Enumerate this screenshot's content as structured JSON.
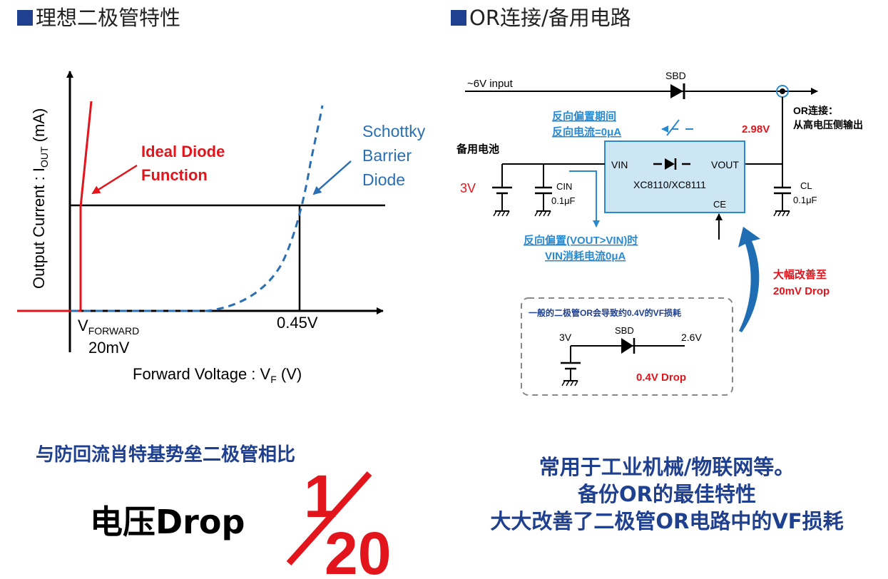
{
  "left_section": {
    "title": "理想二极管特性",
    "graph": {
      "y_axis_label_main": "Output Current : I",
      "y_axis_label_sub": "OUT",
      "y_axis_label_unit": " (mA)",
      "x_axis_label_main": "Forward Voltage : V",
      "x_axis_label_sub": "F",
      "x_axis_label_unit": " (V)",
      "ideal_label_line1": "Ideal Diode",
      "ideal_label_line2": "Function",
      "schottky_label_line1": "Schottky",
      "schottky_label_line2": "Barrier",
      "schottky_label_line3": "Diode",
      "vforward_main": "V",
      "vforward_sub": "FORWARD",
      "vforward_value": "20mV",
      "tick_045": "0.45V"
    },
    "comparison_caption": "与防回流肖特基势垒二极管相比",
    "voltage_drop_label": "电压Drop",
    "ratio_numerator": "1",
    "ratio_denominator": "20"
  },
  "right_section": {
    "title": "OR连接/备用电路",
    "circuit": {
      "input_label": "~6V input",
      "sbd_label": "SBD",
      "or_label_line1": "OR连接：",
      "or_label_line2": "从高电压侧输出",
      "voltage_298": "2.98V",
      "reverse_period_line1": "反向偏置期间",
      "reverse_period_line2": "反向电流=0μA",
      "backup_battery": "备用电池",
      "battery_voltage": "3V",
      "cin_label": "CIN",
      "cin_value": "0.1μF",
      "ic_vin": "VIN",
      "ic_vout": "VOUT",
      "ic_ce": "CE",
      "ic_name": "XC8110/XC8111",
      "cl_label": "CL",
      "cl_value": "0.1μF",
      "reverse_bias_line1": "反向偏置(VOUT>VIN)时",
      "reverse_bias_line2": "VIN消耗电流0μA",
      "improve_line1": "大幅改善至",
      "improve_line2": "20mV Drop",
      "box_title": "一般的二极管OR会导致约0.4V的VF损耗",
      "box_3v": "3V",
      "box_sbd": "SBD",
      "box_26v": "2.6V",
      "box_drop": "0.4V Drop"
    },
    "summary_line1": "常用于工业机械/物联网等。",
    "summary_line2": "备份OR的最佳特性",
    "summary_line3": "大大改善了二极管OR电路中的VF损耗"
  },
  "colors": {
    "red": "#e2141c",
    "blue_link": "#2a8ad0",
    "dark_blue": "#1f3f8f",
    "ic_fill": "#cce6f4",
    "ic_stroke": "#2a8ad0",
    "schottky_blue": "#2a6fb3"
  }
}
